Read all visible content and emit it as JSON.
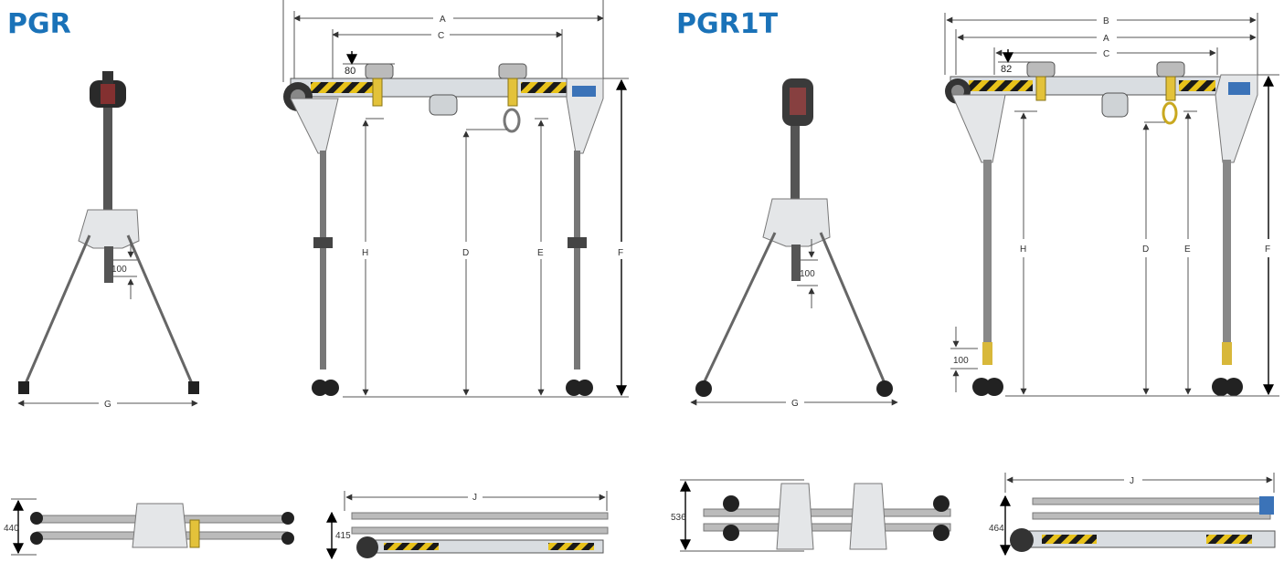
{
  "colors": {
    "title": "#1a72b8",
    "hazard_yellow": "#e8c21a",
    "hazard_black": "#1a1a1a",
    "frame": "#d9dde1"
  },
  "pgr": {
    "title": "PGR",
    "side": {
      "hook_gap": "100",
      "width": "G"
    },
    "front": {
      "A": "A",
      "C": "C",
      "trolley_gap": "80",
      "H": "H",
      "D": "D",
      "E": "E",
      "F": "F"
    },
    "folded_top": {
      "height": "440"
    },
    "folded_side": {
      "length": "J",
      "height": "415"
    }
  },
  "pgr1t": {
    "title": "PGR1T",
    "side": {
      "hook_gap": "100",
      "width": "G"
    },
    "front": {
      "B": "B",
      "A": "A",
      "C": "C",
      "trolley_gap": "82",
      "H": "H",
      "D": "D",
      "E": "E",
      "F": "F",
      "wheel_gap": "100"
    },
    "folded_top": {
      "height": "536"
    },
    "folded_side": {
      "length": "J",
      "height": "464"
    }
  }
}
